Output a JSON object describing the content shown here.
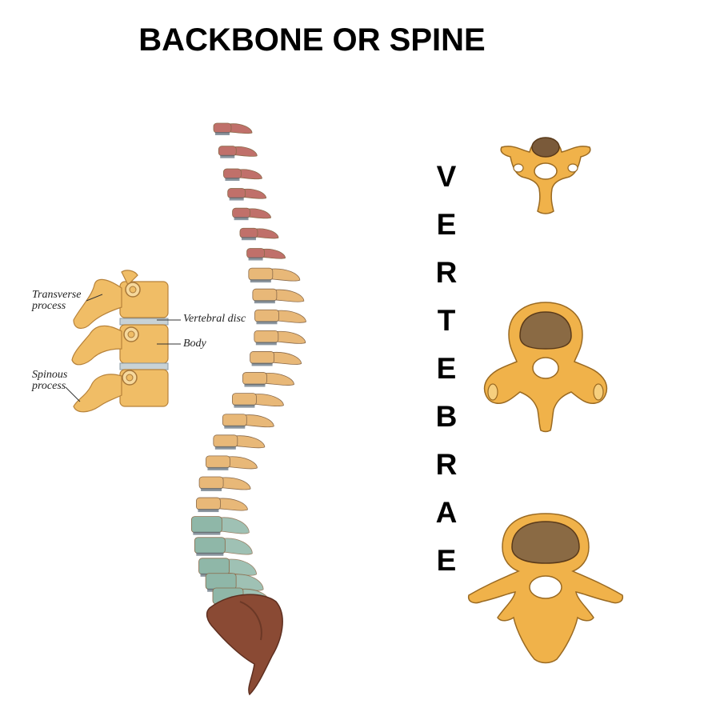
{
  "title": "BACKBONE OR SPINE",
  "side_word": [
    "V",
    "E",
    "R",
    "T",
    "E",
    "B",
    "R",
    "A",
    "E"
  ],
  "labels": {
    "transverse_1": "Transverse",
    "transverse_2": "process",
    "vertebral_disc": "Vertebral disc",
    "body": "Body",
    "spinous_1": "Spinous",
    "spinous_2": "process"
  },
  "colors": {
    "cervical": "#c0706a",
    "thoracic": "#e8b878",
    "lumbar": "#8fb7a8",
    "sacrum": "#8a4a34",
    "bone": "#f0b24a",
    "disc": "#5a6a78"
  }
}
